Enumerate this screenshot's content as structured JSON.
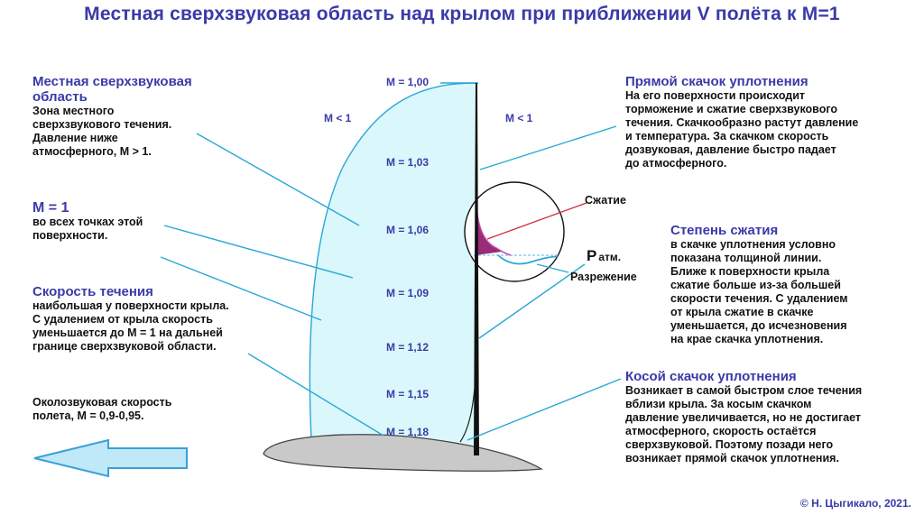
{
  "title": "Местная сверхзвуковая область над крылом при приближении V полёта к М=1",
  "left": {
    "supersonic_area": {
      "heading_line1": "Местная сверхзвуковая",
      "heading_line2": "область",
      "lines": [
        "Зона местного",
        "сверхзвукового течения.",
        "Давление ниже",
        "атмосферного, М > 1."
      ]
    },
    "m1": {
      "heading": "М = 1",
      "lines": [
        "во всех точках этой",
        "поверхности."
      ]
    },
    "flow_speed": {
      "heading": "Скорость течения",
      "lines": [
        "наибольшая у поверхности крыла.",
        "С удалением от крыла скорость",
        "уменьшается до М = 1 на дальней",
        "границе сверхзвуковой области."
      ]
    },
    "transonic": {
      "lines": [
        "Околозвуковая скорость",
        "полета, М = 0,9-0,95."
      ]
    }
  },
  "right": {
    "normal_shock": {
      "heading": "Прямой скачок уплотнения",
      "lines": [
        "На его поверхности происходит",
        "торможение и сжатие сверхзвукового",
        "течения. Скачкообразно растут давление",
        "и температура. За скачком скорость",
        "дозвуковая, давление быстро падает",
        "до атмосферного."
      ]
    },
    "compression_degree": {
      "heading": "Степень сжатия",
      "lines": [
        "в скачке уплотнения условно",
        "показана толщиной линии.",
        "Ближе к поверхности крыла",
        "сжатие больше из-за большей",
        "скорости течения. С удалением",
        "от  крыла сжатие в скачке",
        "уменьшается, до исчезновения",
        "на крае скачка уплотнения."
      ]
    },
    "oblique_shock": {
      "heading": "Косой скачок уплотнения",
      "lines": [
        "Возникает в самой быстром слое течения",
        "вблизи крыла. За косым скачком",
        "давление увеличивается, но не достигает",
        "атмосферного, скорость остаётся",
        "сверхзвуковой. Поэтому позади него",
        "возникает прямой скачок уплотнения."
      ]
    }
  },
  "diagram": {
    "mach_values": [
      "М = 1,00",
      "М = 1,03",
      "М = 1,06",
      "М = 1,09",
      "М = 1,12",
      "М = 1,15",
      "М = 1,18"
    ],
    "subsonic_left": "М < 1",
    "subsonic_right": "М < 1",
    "inset": {
      "compression_label": "Сжатие",
      "p_atm_main": "Р",
      "p_atm_sub": "атм.",
      "rarefaction_label": "Разрежение"
    }
  },
  "footer": "© Н. Цыгикало, 2021.",
  "colors": {
    "accent": "#3a3aa8",
    "callout_line": "#2aa7d6",
    "supersonic_fill": "#daf8fb",
    "wing_fill": "#c9c9c9",
    "compression": "#9b2c78",
    "compression_line": "#d22b3a",
    "arrow_fill": "#bfe8f8",
    "arrow_stroke": "#3aa0d8"
  }
}
